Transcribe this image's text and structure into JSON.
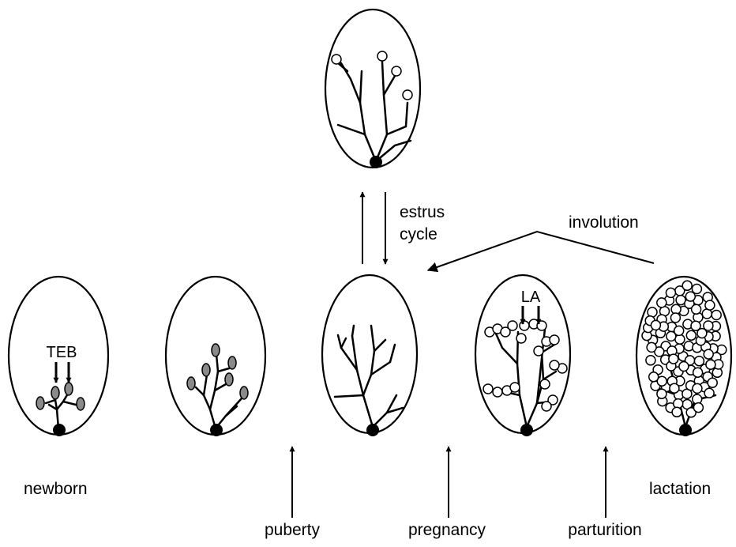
{
  "labels": {
    "teb": "TEB",
    "la": "LA",
    "estrus_1": "estrus",
    "estrus_2": "cycle",
    "involution": "involution",
    "newborn": "newborn",
    "lactation": "lactation",
    "puberty": "puberty",
    "pregnancy": "pregnancy",
    "parturition": "parturition"
  },
  "colors": {
    "ink": "#000000",
    "teb_fill": "#8a8a8a",
    "alveolus_fill": "#ffffff"
  }
}
